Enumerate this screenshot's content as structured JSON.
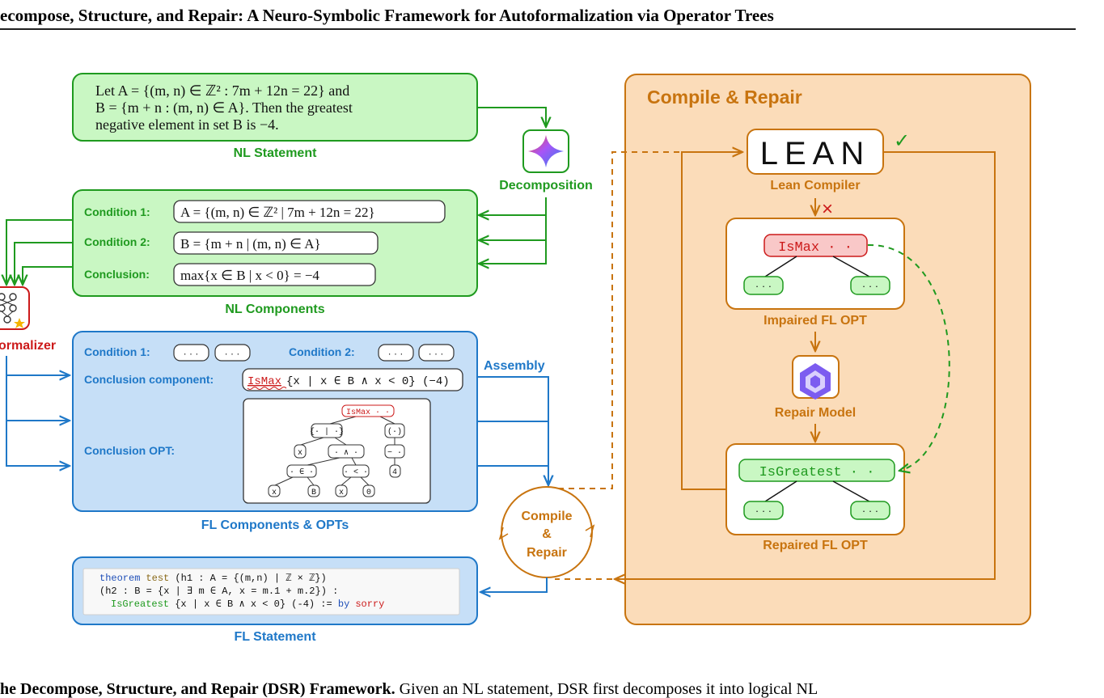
{
  "header": {
    "title": "ecompose, Structure, and Repair: A Neuro-Symbolic Framework for Autoformalization via Operator Trees"
  },
  "nl_statement": {
    "line1": "Let A = {(m, n) ∈ ℤ² : 7m + 12n = 22} and",
    "line2": "B = {m + n : (m, n) ∈ A}. Then the greatest",
    "line3": "negative element in set B is −4.",
    "label": "NL Statement"
  },
  "decomposition": {
    "label": "Decomposition"
  },
  "nl_components": {
    "label": "NL Components",
    "rows": [
      {
        "label": "Condition 1:",
        "expr": "A = {(m, n) ∈ ℤ² | 7m + 12n = 22}"
      },
      {
        "label": "Condition 2:",
        "expr": "B = {m + n | (m, n) ∈ A}"
      },
      {
        "label": "Conclusion:",
        "expr": "max{x ∈ B | x < 0} = −4"
      }
    ]
  },
  "formalizer": {
    "label": "ormalizer"
  },
  "fl_components": {
    "label": "FL Components & OPTs",
    "cond1": "Condition 1:",
    "cond2": "Condition 2:",
    "dots": "· · ·",
    "conclusion_component_label": "Conclusion component:",
    "conclusion_op": "IsMax",
    "conclusion_rest": "{x | x ∈ B ∧ x < 0} (−4)",
    "conclusion_opt_label": "Conclusion OPT:",
    "tree": {
      "root": "IsMax · ·",
      "set": "{· | ·}",
      "paren": "(·)",
      "x1": "x",
      "and": "· ∧ ·",
      "neg": "− ·",
      "mem": "· ∈ ·",
      "lt": "· < ·",
      "four": "4",
      "x2": "x",
      "B": "B",
      "x3": "x",
      "zero": "0"
    }
  },
  "assembly": {
    "label": "Assembly"
  },
  "compile_repair_node": {
    "line1": "Compile",
    "line2": "&",
    "line3": "Repair"
  },
  "fl_statement": {
    "label": "FL Statement",
    "kw_theorem": "theorem",
    "name": "test",
    "line1_rest": " (h1 : A = {(m,n) | ℤ × ℤ})",
    "line2": "(h2 : B = {x | ∃ m ∈ A, x = m.1 + m.2}) :",
    "line3_op": "IsGreatest",
    "line3_rest": " {x | x ∈ B ∧ x < 0} (-4) := ",
    "kw_by": "by",
    "kw_sorry": "sorry"
  },
  "compile_repair_panel": {
    "title": "Compile & Repair",
    "lean_logo": "LEAN",
    "lean_label": "Lean Compiler",
    "check": "✓",
    "cross": "×",
    "impaired_label": "Impaired FL OPT",
    "impaired_root": "IsMax · ·",
    "dots": "· · ·",
    "repair_label": "Repair Model",
    "repaired_label": "Repaired FL OPT",
    "repaired_root": "IsGreatest · ·"
  },
  "caption": {
    "bold": "he Decompose, Structure, and Repair (DSR) Framework.",
    "rest": " Given an NL statement, DSR first decomposes it into logical NL"
  },
  "colors": {
    "green": "#1f9a1f",
    "green_fill": "#c9f7c3",
    "blue": "#1f78c8",
    "blue_fill": "#c6dff7",
    "orange": "#c8740f",
    "orange_fill": "#fbdcb9",
    "red": "#cc1a1a"
  }
}
